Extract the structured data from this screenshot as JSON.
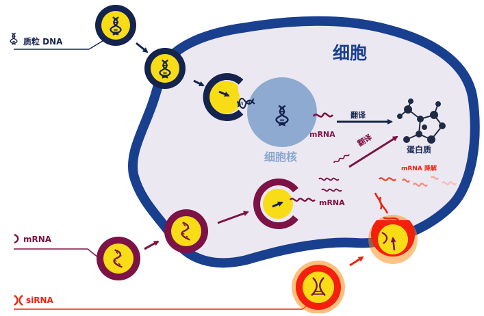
{
  "labels": {
    "cell": "细胞",
    "nucleus": "细胞核",
    "plasmid_dna": "质粒 DNA",
    "mrna_input": "mRNA",
    "sirna_input": "siRNA",
    "mrna_nucleus": "mRNA",
    "mrna_cyto": "mRNA",
    "translate_1": "翻译",
    "translate_2": "翻译",
    "protein": "蛋白质",
    "mrna_degradation": "mRNA 降解"
  },
  "colors": {
    "cell_border": "#193f8f",
    "cytoplasm": "#ece8f1",
    "nucleus": "#8eaad0",
    "navy_ring": "#15234f",
    "gold": "#f8dc16",
    "maroon": "#7c1245",
    "red": "#f41f0c",
    "orange_glow": "#fb8a0d",
    "pink_fade": "#f2a8a0",
    "protein": "#1f2b45"
  },
  "icons": [
    "dna-icon",
    "mrna-strand-icon",
    "sirna-icon",
    "protein-molecule-icon",
    "arrow-icon"
  ]
}
